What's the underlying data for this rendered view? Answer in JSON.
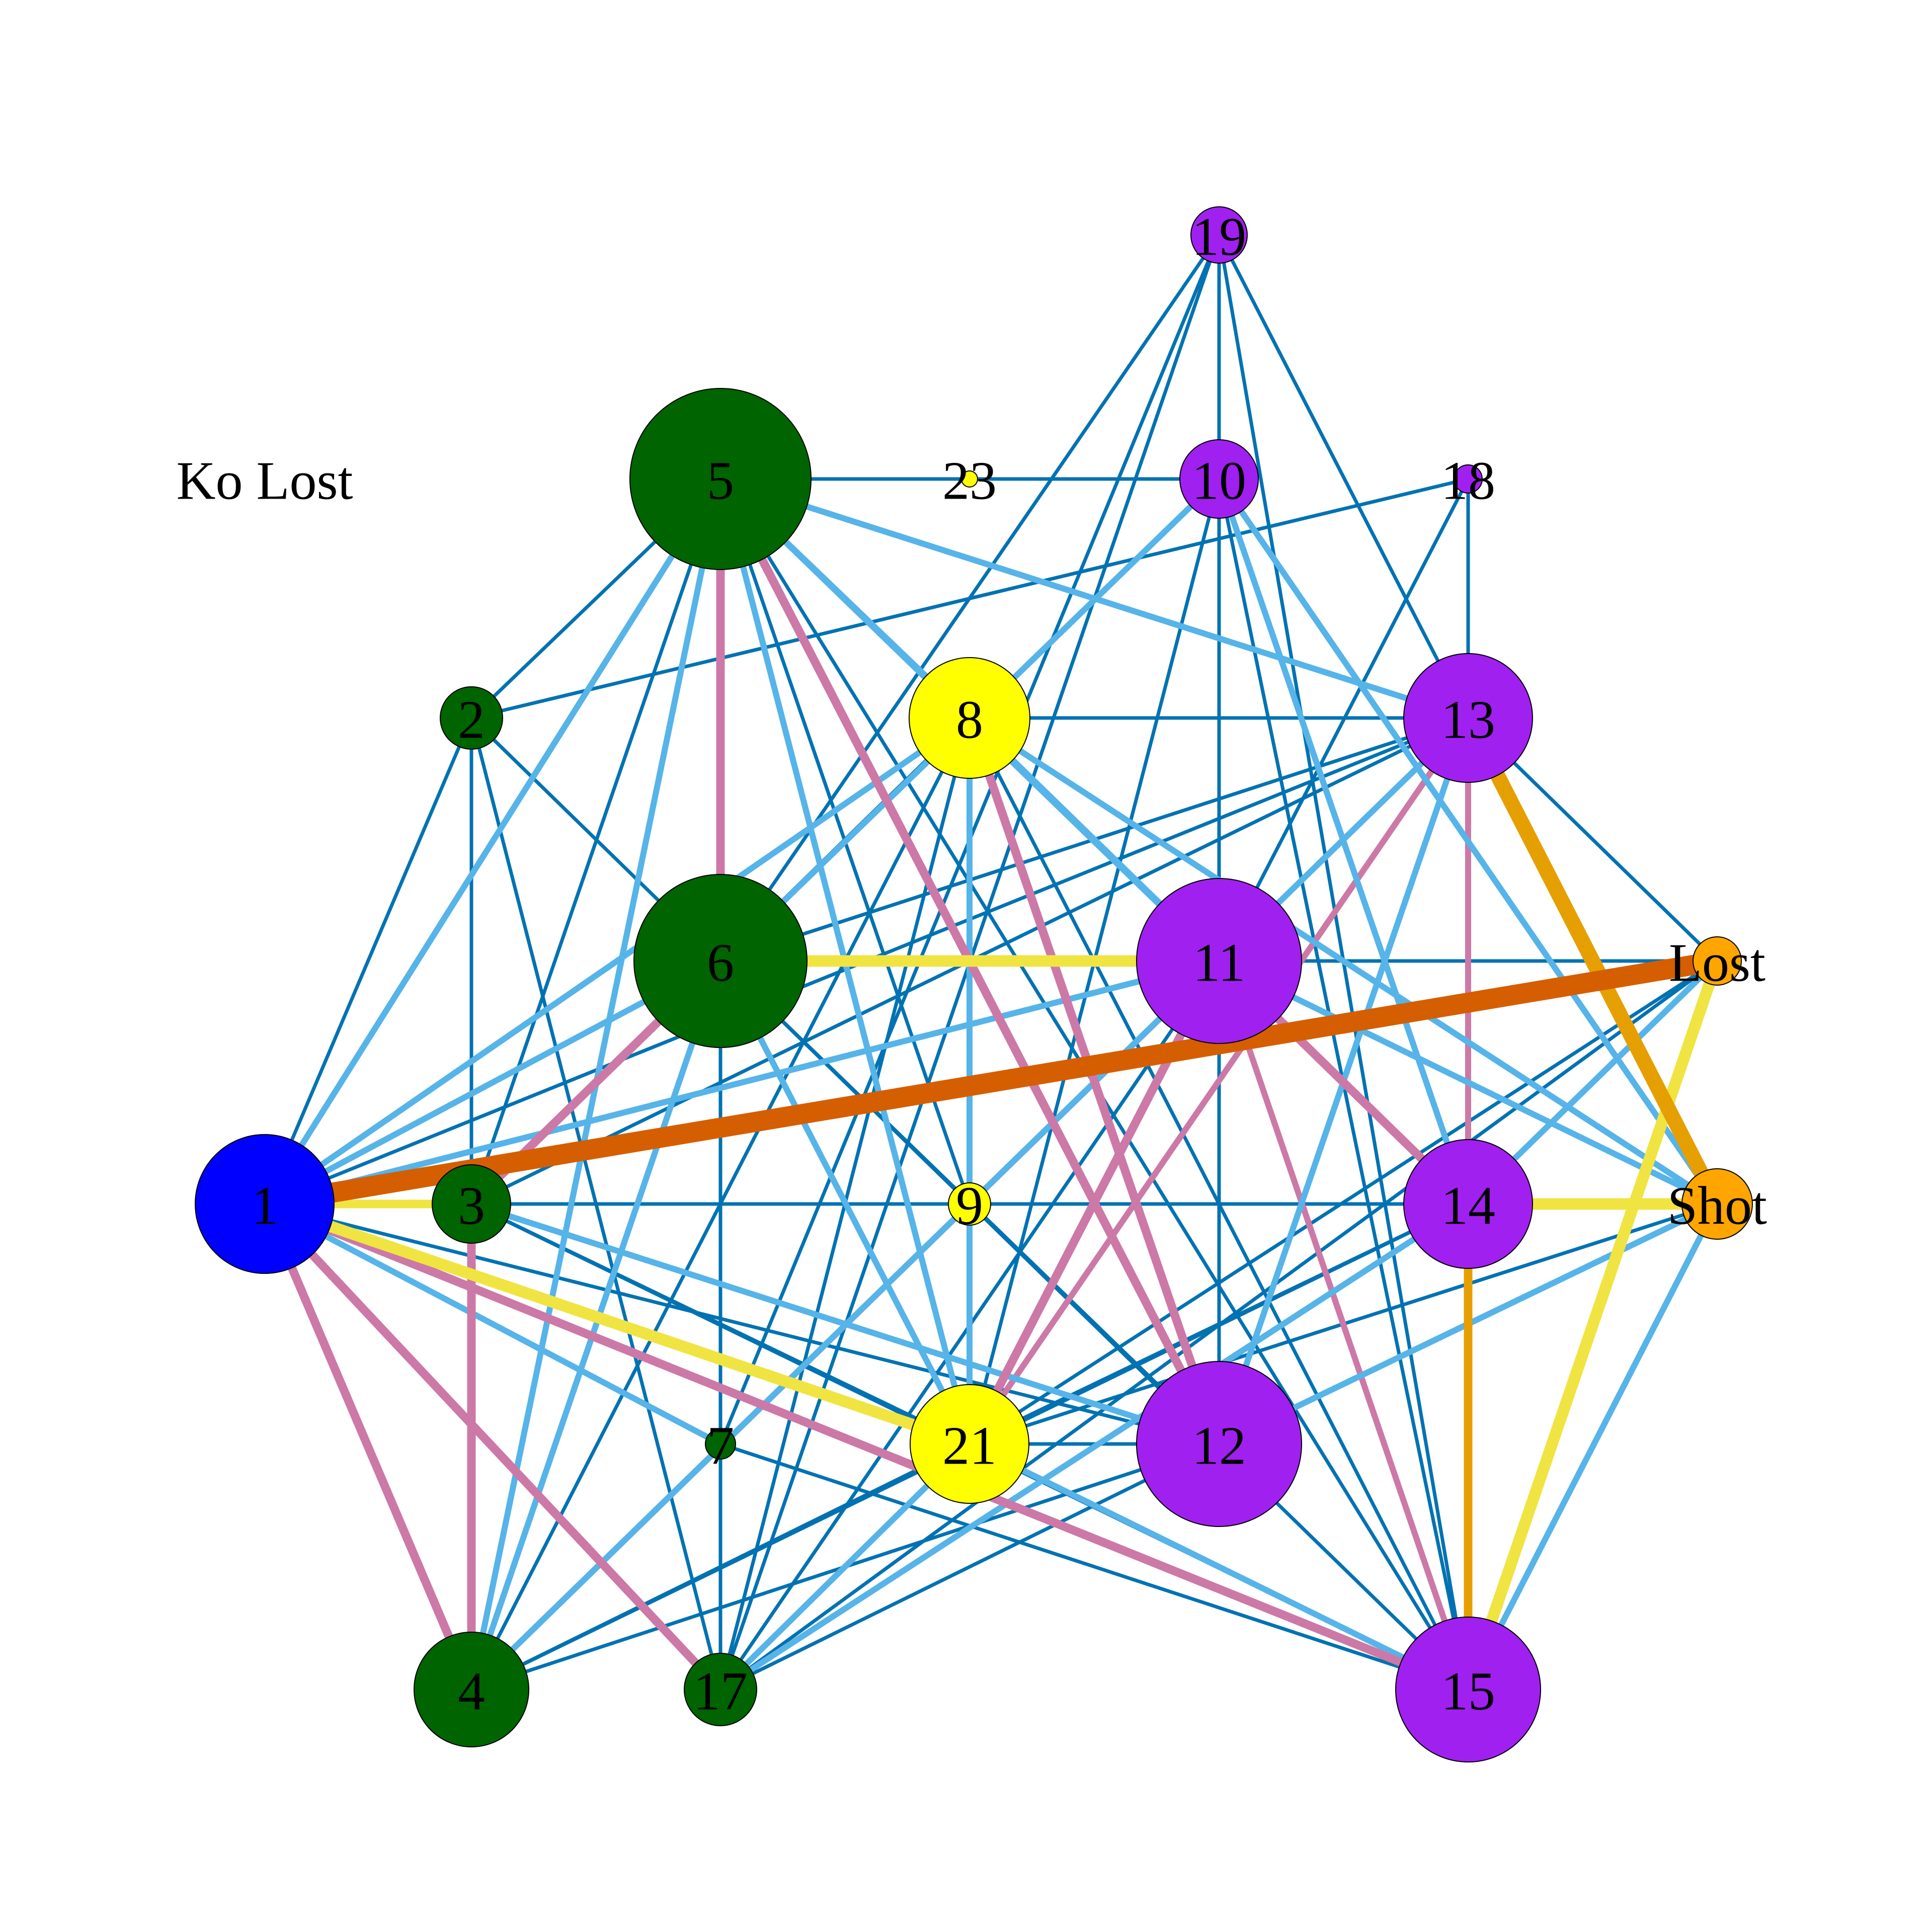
{
  "colors": {
    "blue": "#0000FF",
    "green": "#006400",
    "yellow": "#FFFF00",
    "purple": "#A020F0",
    "orange": "#FFA500",
    "edge_dark_blue": "#0072B2",
    "edge_light_blue": "#56B4E9",
    "edge_pink": "#CC79A7",
    "edge_yellow": "#F0E442",
    "edge_dark_orange": "#D55E00",
    "edge_orange": "#E69F00"
  },
  "nodes": [
    {
      "id": "1",
      "label": "1",
      "color": "blue",
      "size": "large"
    },
    {
      "id": "2",
      "label": "2",
      "color": "green",
      "size": "small"
    },
    {
      "id": "3",
      "label": "3",
      "color": "green",
      "size": "small"
    },
    {
      "id": "4",
      "label": "4",
      "color": "green",
      "size": "medium"
    },
    {
      "id": "5",
      "label": "5",
      "color": "green",
      "size": "xlarge"
    },
    {
      "id": "6",
      "label": "6",
      "color": "green",
      "size": "xlarge"
    },
    {
      "id": "7",
      "label": "7",
      "color": "green",
      "size": "tiny"
    },
    {
      "id": "17",
      "label": "17",
      "color": "green",
      "size": "small"
    },
    {
      "id": "8",
      "label": "8",
      "color": "yellow",
      "size": "medium"
    },
    {
      "id": "9",
      "label": "9",
      "color": "yellow",
      "size": "tiny"
    },
    {
      "id": "21",
      "label": "21",
      "color": "yellow",
      "size": "medium"
    },
    {
      "id": "23",
      "label": "23",
      "color": "yellow",
      "size": "dot"
    },
    {
      "id": "10",
      "label": "10",
      "color": "purple",
      "size": "small"
    },
    {
      "id": "11",
      "label": "11",
      "color": "purple",
      "size": "large"
    },
    {
      "id": "12",
      "label": "12",
      "color": "purple",
      "size": "large"
    },
    {
      "id": "13",
      "label": "13",
      "color": "purple",
      "size": "medium"
    },
    {
      "id": "14",
      "label": "14",
      "color": "purple",
      "size": "medium"
    },
    {
      "id": "15",
      "label": "15",
      "color": "purple",
      "size": "large"
    },
    {
      "id": "18",
      "label": "18",
      "color": "purple",
      "size": "dot"
    },
    {
      "id": "19",
      "label": "19",
      "color": "purple",
      "size": "small"
    },
    {
      "id": "Lost",
      "label": "Lost",
      "color": "orange",
      "size": "tiny"
    },
    {
      "id": "Shot",
      "label": "Shot",
      "color": "orange",
      "size": "small"
    },
    {
      "id": "KoLost",
      "label": "Ko Lost",
      "color": "none",
      "size": "none"
    }
  ],
  "edges": [
    {
      "from": "1",
      "to": "Lost",
      "color": "edge_dark_orange",
      "weight": 9
    },
    {
      "from": "13",
      "to": "Shot",
      "color": "edge_orange",
      "weight": 7
    },
    {
      "from": "14",
      "to": "15",
      "color": "edge_orange",
      "weight": 4
    },
    {
      "from": "15",
      "to": "Lost",
      "color": "edge_yellow",
      "weight": 5
    },
    {
      "from": "14",
      "to": "Shot",
      "color": "edge_yellow",
      "weight": 5
    },
    {
      "from": "6",
      "to": "11",
      "color": "edge_yellow",
      "weight": 5
    },
    {
      "from": "1",
      "to": "21",
      "color": "edge_yellow",
      "weight": 5
    },
    {
      "from": "1",
      "to": "3",
      "color": "edge_yellow",
      "weight": 4
    },
    {
      "from": "5",
      "to": "6",
      "color": "edge_pink",
      "weight": 4
    },
    {
      "from": "5",
      "to": "12",
      "color": "edge_pink",
      "weight": 4
    },
    {
      "from": "8",
      "to": "12",
      "color": "edge_pink",
      "weight": 4
    },
    {
      "from": "1",
      "to": "4",
      "color": "edge_pink",
      "weight": 4
    },
    {
      "from": "1",
      "to": "17",
      "color": "edge_pink",
      "weight": 4
    },
    {
      "from": "1",
      "to": "15",
      "color": "edge_pink",
      "weight": 4
    },
    {
      "from": "3",
      "to": "4",
      "color": "edge_pink",
      "weight": 4
    },
    {
      "from": "3",
      "to": "6",
      "color": "edge_pink",
      "weight": 4
    },
    {
      "from": "11",
      "to": "21",
      "color": "edge_pink",
      "weight": 4
    },
    {
      "from": "11",
      "to": "4",
      "color": "edge_pink",
      "weight": 3
    },
    {
      "from": "11",
      "to": "14",
      "color": "edge_pink",
      "weight": 4
    },
    {
      "from": "11",
      "to": "15",
      "color": "edge_pink",
      "weight": 3
    },
    {
      "from": "13",
      "to": "21",
      "color": "edge_pink",
      "weight": 3
    },
    {
      "from": "13",
      "to": "14",
      "color": "edge_pink",
      "weight": 3
    },
    {
      "from": "1",
      "to": "5",
      "color": "edge_light_blue",
      "weight": 3
    },
    {
      "from": "1",
      "to": "6",
      "color": "edge_light_blue",
      "weight": 3
    },
    {
      "from": "1",
      "to": "11",
      "color": "edge_light_blue",
      "weight": 3
    },
    {
      "from": "1",
      "to": "7",
      "color": "edge_light_blue",
      "weight": 3
    },
    {
      "from": "1",
      "to": "8",
      "color": "edge_light_blue",
      "weight": 3
    },
    {
      "from": "3",
      "to": "10",
      "color": "edge_light_blue",
      "weight": 3
    },
    {
      "from": "3",
      "to": "12",
      "color": "edge_light_blue",
      "weight": 3
    },
    {
      "from": "4",
      "to": "5",
      "color": "edge_light_blue",
      "weight": 3
    },
    {
      "from": "4",
      "to": "6",
      "color": "edge_light_blue",
      "weight": 3
    },
    {
      "from": "4",
      "to": "13",
      "color": "edge_light_blue",
      "weight": 3
    },
    {
      "from": "5",
      "to": "21",
      "color": "edge_light_blue",
      "weight": 3
    },
    {
      "from": "5",
      "to": "13",
      "color": "edge_light_blue",
      "weight": 3
    },
    {
      "from": "5",
      "to": "14",
      "color": "edge_light_blue",
      "weight": 3
    },
    {
      "from": "5",
      "to": "8",
      "color": "edge_light_blue",
      "weight": 3
    },
    {
      "from": "6",
      "to": "21",
      "color": "edge_light_blue",
      "weight": 3
    },
    {
      "from": "8",
      "to": "11",
      "color": "edge_light_blue",
      "weight": 3
    },
    {
      "from": "8",
      "to": "Shot",
      "color": "edge_light_blue",
      "weight": 3
    },
    {
      "from": "8",
      "to": "21",
      "color": "edge_light_blue",
      "weight": 3
    },
    {
      "from": "10",
      "to": "14",
      "color": "edge_light_blue",
      "weight": 3
    },
    {
      "from": "10",
      "to": "Shot",
      "color": "edge_light_blue",
      "weight": 3
    },
    {
      "from": "11",
      "to": "Shot",
      "color": "edge_light_blue",
      "weight": 3
    },
    {
      "from": "12",
      "to": "13",
      "color": "edge_light_blue",
      "weight": 3
    },
    {
      "from": "12",
      "to": "Shot",
      "color": "edge_light_blue",
      "weight": 3
    },
    {
      "from": "14",
      "to": "Lost",
      "color": "edge_light_blue",
      "weight": 3
    },
    {
      "from": "15",
      "to": "Shot",
      "color": "edge_light_blue",
      "weight": 3
    },
    {
      "from": "17",
      "to": "21",
      "color": "edge_light_blue",
      "weight": 3
    },
    {
      "from": "17",
      "to": "14",
      "color": "edge_light_blue",
      "weight": 3
    },
    {
      "from": "21",
      "to": "15",
      "color": "edge_light_blue",
      "weight": 3
    },
    {
      "from": "1",
      "to": "2",
      "color": "edge_dark_blue",
      "weight": 2
    },
    {
      "from": "1",
      "to": "13",
      "color": "edge_dark_blue",
      "weight": 2
    },
    {
      "from": "1",
      "to": "12",
      "color": "edge_dark_blue",
      "weight": 2
    },
    {
      "from": "2",
      "to": "3",
      "color": "edge_dark_blue",
      "weight": 2
    },
    {
      "from": "2",
      "to": "6",
      "color": "edge_dark_blue",
      "weight": 2
    },
    {
      "from": "2",
      "to": "17",
      "color": "edge_dark_blue",
      "weight": 2
    },
    {
      "from": "2",
      "to": "18",
      "color": "edge_dark_blue",
      "weight": 2
    },
    {
      "from": "2",
      "to": "5",
      "color": "edge_dark_blue",
      "weight": 2
    },
    {
      "from": "3",
      "to": "5",
      "color": "edge_dark_blue",
      "weight": 2
    },
    {
      "from": "3",
      "to": "9",
      "color": "edge_dark_blue",
      "weight": 2
    },
    {
      "from": "3",
      "to": "14",
      "color": "edge_dark_blue",
      "weight": 2
    },
    {
      "from": "3",
      "to": "21",
      "color": "edge_dark_blue",
      "weight": 2
    },
    {
      "from": "3",
      "to": "8",
      "color": "edge_dark_blue",
      "weight": 2
    },
    {
      "from": "4",
      "to": "8",
      "color": "edge_dark_blue",
      "weight": 2
    },
    {
      "from": "4",
      "to": "11",
      "color": "edge_dark_blue",
      "weight": 2
    },
    {
      "from": "4",
      "to": "14",
      "color": "edge_dark_blue",
      "weight": 2
    },
    {
      "from": "4",
      "to": "12",
      "color": "edge_dark_blue",
      "weight": 2
    },
    {
      "from": "5",
      "to": "23",
      "color": "edge_dark_blue",
      "weight": 2
    },
    {
      "from": "5",
      "to": "9",
      "color": "edge_dark_blue",
      "weight": 2
    },
    {
      "from": "5",
      "to": "15",
      "color": "edge_dark_blue",
      "weight": 2
    },
    {
      "from": "5",
      "to": "11",
      "color": "edge_dark_blue",
      "weight": 2
    },
    {
      "from": "6",
      "to": "19",
      "color": "edge_dark_blue",
      "weight": 2
    },
    {
      "from": "6",
      "to": "10",
      "color": "edge_dark_blue",
      "weight": 2
    },
    {
      "from": "6",
      "to": "13",
      "color": "edge_dark_blue",
      "weight": 2
    },
    {
      "from": "6",
      "to": "17",
      "color": "edge_dark_blue",
      "weight": 2
    },
    {
      "from": "6",
      "to": "15",
      "color": "edge_dark_blue",
      "weight": 2
    },
    {
      "from": "6",
      "to": "Lost",
      "color": "edge_dark_blue",
      "weight": 2
    },
    {
      "from": "6",
      "to": "4",
      "color": "edge_dark_blue",
      "weight": 2
    },
    {
      "from": "7",
      "to": "19",
      "color": "edge_dark_blue",
      "weight": 2
    },
    {
      "from": "7",
      "to": "15",
      "color": "edge_dark_blue",
      "weight": 2
    },
    {
      "from": "8",
      "to": "13",
      "color": "edge_dark_blue",
      "weight": 2
    },
    {
      "from": "8",
      "to": "9",
      "color": "edge_dark_blue",
      "weight": 2
    },
    {
      "from": "8",
      "to": "17",
      "color": "edge_dark_blue",
      "weight": 2
    },
    {
      "from": "8",
      "to": "15",
      "color": "edge_dark_blue",
      "weight": 2
    },
    {
      "from": "9",
      "to": "14",
      "color": "edge_dark_blue",
      "weight": 2
    },
    {
      "from": "9",
      "to": "21",
      "color": "edge_dark_blue",
      "weight": 2
    },
    {
      "from": "10",
      "to": "19",
      "color": "edge_dark_blue",
      "weight": 2
    },
    {
      "from": "10",
      "to": "23",
      "color": "edge_dark_blue",
      "weight": 2
    },
    {
      "from": "10",
      "to": "11",
      "color": "edge_dark_blue",
      "weight": 2
    },
    {
      "from": "10",
      "to": "12",
      "color": "edge_dark_blue",
      "weight": 2
    },
    {
      "from": "10",
      "to": "15",
      "color": "edge_dark_blue",
      "weight": 2
    },
    {
      "from": "10",
      "to": "21",
      "color": "edge_dark_blue",
      "weight": 2
    },
    {
      "from": "11",
      "to": "Lost",
      "color": "edge_dark_blue",
      "weight": 2
    },
    {
      "from": "11",
      "to": "12",
      "color": "edge_dark_blue",
      "weight": 2
    },
    {
      "from": "11",
      "to": "17",
      "color": "edge_dark_blue",
      "weight": 2
    },
    {
      "from": "12",
      "to": "21",
      "color": "edge_dark_blue",
      "weight": 2
    },
    {
      "from": "12",
      "to": "17",
      "color": "edge_dark_blue",
      "weight": 2
    },
    {
      "from": "13",
      "to": "18",
      "color": "edge_dark_blue",
      "weight": 2
    },
    {
      "from": "13",
      "to": "Lost",
      "color": "edge_dark_blue",
      "weight": 2
    },
    {
      "from": "13",
      "to": "15",
      "color": "edge_dark_blue",
      "weight": 2
    },
    {
      "from": "13",
      "to": "3",
      "color": "edge_dark_blue",
      "weight": 2
    },
    {
      "from": "14",
      "to": "18",
      "color": "edge_dark_blue",
      "weight": 2
    },
    {
      "from": "14",
      "to": "21",
      "color": "edge_dark_blue",
      "weight": 2
    },
    {
      "from": "15",
      "to": "18",
      "color": "edge_dark_blue",
      "weight": 2
    },
    {
      "from": "15",
      "to": "19",
      "color": "edge_dark_blue",
      "weight": 2
    },
    {
      "from": "15",
      "to": "3",
      "color": "edge_dark_blue",
      "weight": 2
    },
    {
      "from": "17",
      "to": "19",
      "color": "edge_dark_blue",
      "weight": 2
    },
    {
      "from": "17",
      "to": "Lost",
      "color": "edge_dark_blue",
      "weight": 2
    },
    {
      "from": "18",
      "to": "21",
      "color": "edge_dark_blue",
      "weight": 2
    },
    {
      "from": "19",
      "to": "Shot",
      "color": "edge_dark_blue",
      "weight": 2
    },
    {
      "from": "21",
      "to": "Lost",
      "color": "edge_dark_blue",
      "weight": 2
    },
    {
      "from": "21",
      "to": "Shot",
      "color": "edge_dark_blue",
      "weight": 2
    },
    {
      "from": "6",
      "to": "12",
      "color": "edge_dark_blue",
      "weight": 2
    },
    {
      "from": "4",
      "to": "21",
      "color": "edge_dark_blue",
      "weight": 2
    },
    {
      "from": "1",
      "to": "14",
      "color": "edge_dark_blue",
      "weight": 2
    }
  ]
}
